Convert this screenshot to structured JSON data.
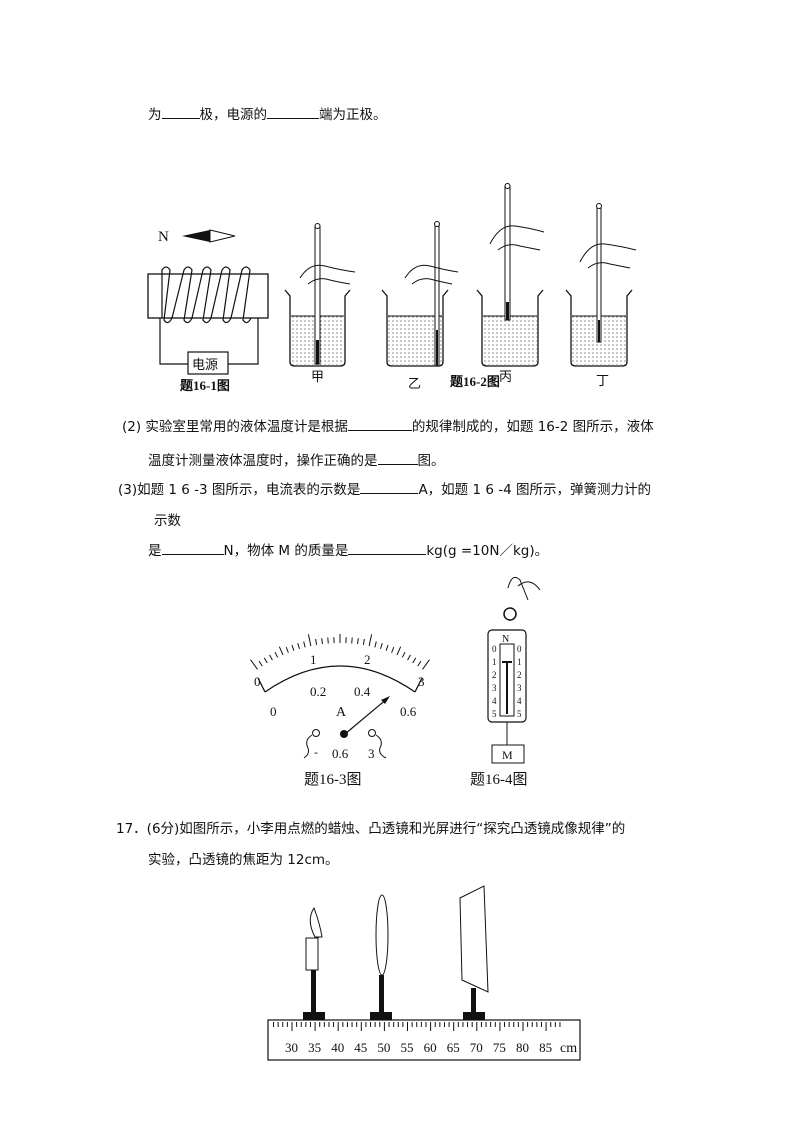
{
  "q16_1_tail": {
    "p1": "为",
    "p2": "极，电源的",
    "p3": "端为正极。"
  },
  "fig16_1": {
    "north_label": "N",
    "source_label": "电源",
    "caption": "题16-1图"
  },
  "fig16_2": {
    "labels": [
      "甲",
      "乙",
      "丙",
      "丁"
    ],
    "caption": "题16-2图"
  },
  "q16_2": {
    "line1_a": "(2) 实验室里常用的液体温度计是根据",
    "line1_b": "的规律制成的，如题 16-2 图所示，液体",
    "line2_a": "温度计测量液体温度时，操作正确的是",
    "line2_b": "图。"
  },
  "q16_3": {
    "line1_a": "(3)如题 1 6 -3 图所示，电流表的示数是",
    "line1_b": "A，如题 1 6 -4 图所示，弹簧测力计的",
    "line2": "示数",
    "line3_a": "是",
    "line3_b": "N，物体 M 的质量是",
    "line3_c": "kg(g =10N／kg)。"
  },
  "fig16_3": {
    "top_scale": [
      "0",
      "1",
      "2",
      "3"
    ],
    "bottom_scale": [
      "0",
      "0.2",
      "0.4",
      "0.6"
    ],
    "unit": "A",
    "terminals": [
      "-",
      "0.6",
      "3"
    ],
    "caption": "题16-3图"
  },
  "fig16_4": {
    "unit": "N",
    "scale": [
      "0",
      "1",
      "2",
      "3",
      "4",
      "5"
    ],
    "mass_label": "M",
    "caption": "题16-4图"
  },
  "q17": {
    "line1": "17．(6分)如图所示，小李用点燃的蜡烛、凸透镜和光屏进行“探究凸透镜成像规律”的",
    "line2": "实验，凸透镜的焦距为 12cm。"
  },
  "fig17": {
    "ruler_labels": [
      "30",
      "35",
      "40",
      "45",
      "50",
      "55",
      "60",
      "65",
      "70",
      "75",
      "80",
      "85"
    ],
    "unit": "cm",
    "candle_position_cm": 35,
    "lens_position_cm": 50,
    "screen_position_cm": 70
  }
}
